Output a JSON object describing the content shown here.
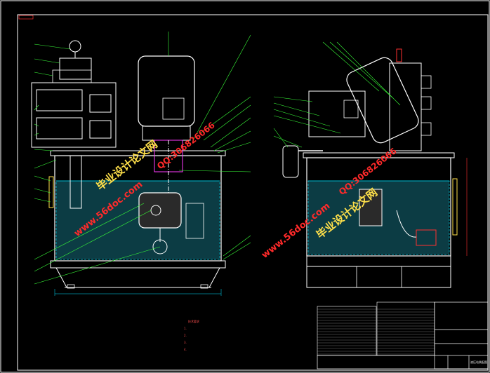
{
  "sheet": {
    "frame_tag": "",
    "background": "#000000",
    "line_colors": {
      "outline": "#ffffff",
      "component": "#ffffff",
      "leader": "#39ff39",
      "dimension": "#00e0ff",
      "fluid": "#00bcd4",
      "hatch": "#1d6f7a",
      "magenta": "#ff3cff",
      "red": "#ff3030",
      "yellow": "#ffe04a"
    }
  },
  "watermarks": [
    {
      "text": "毕业设计论文网",
      "style": "red"
    },
    {
      "text": "www.56doc.com",
      "style": "red"
    },
    {
      "text": "QQ:306826066",
      "style": "red"
    },
    {
      "text": "毕业设计论文网",
      "style": "red"
    },
    {
      "text": "www.56doc.com",
      "style": "red"
    },
    {
      "text": "QQ:306826066",
      "style": "red"
    }
  ],
  "notes": {
    "heading": "技术要求",
    "lines": [
      "1.",
      "2.",
      "3.",
      "4."
    ]
  },
  "title_block": {
    "company": "",
    "drawing_name": "液压站装配图",
    "scale": ""
  },
  "icons": {
    "gauge": "pressure-gauge-icon",
    "motor": "electric-motor-icon",
    "pump": "hydraulic-pump-icon",
    "valve": "directional-valve-icon",
    "filter": "oil-filter-icon",
    "level": "oil-level-gauge-icon",
    "heater": "heater-icon"
  }
}
